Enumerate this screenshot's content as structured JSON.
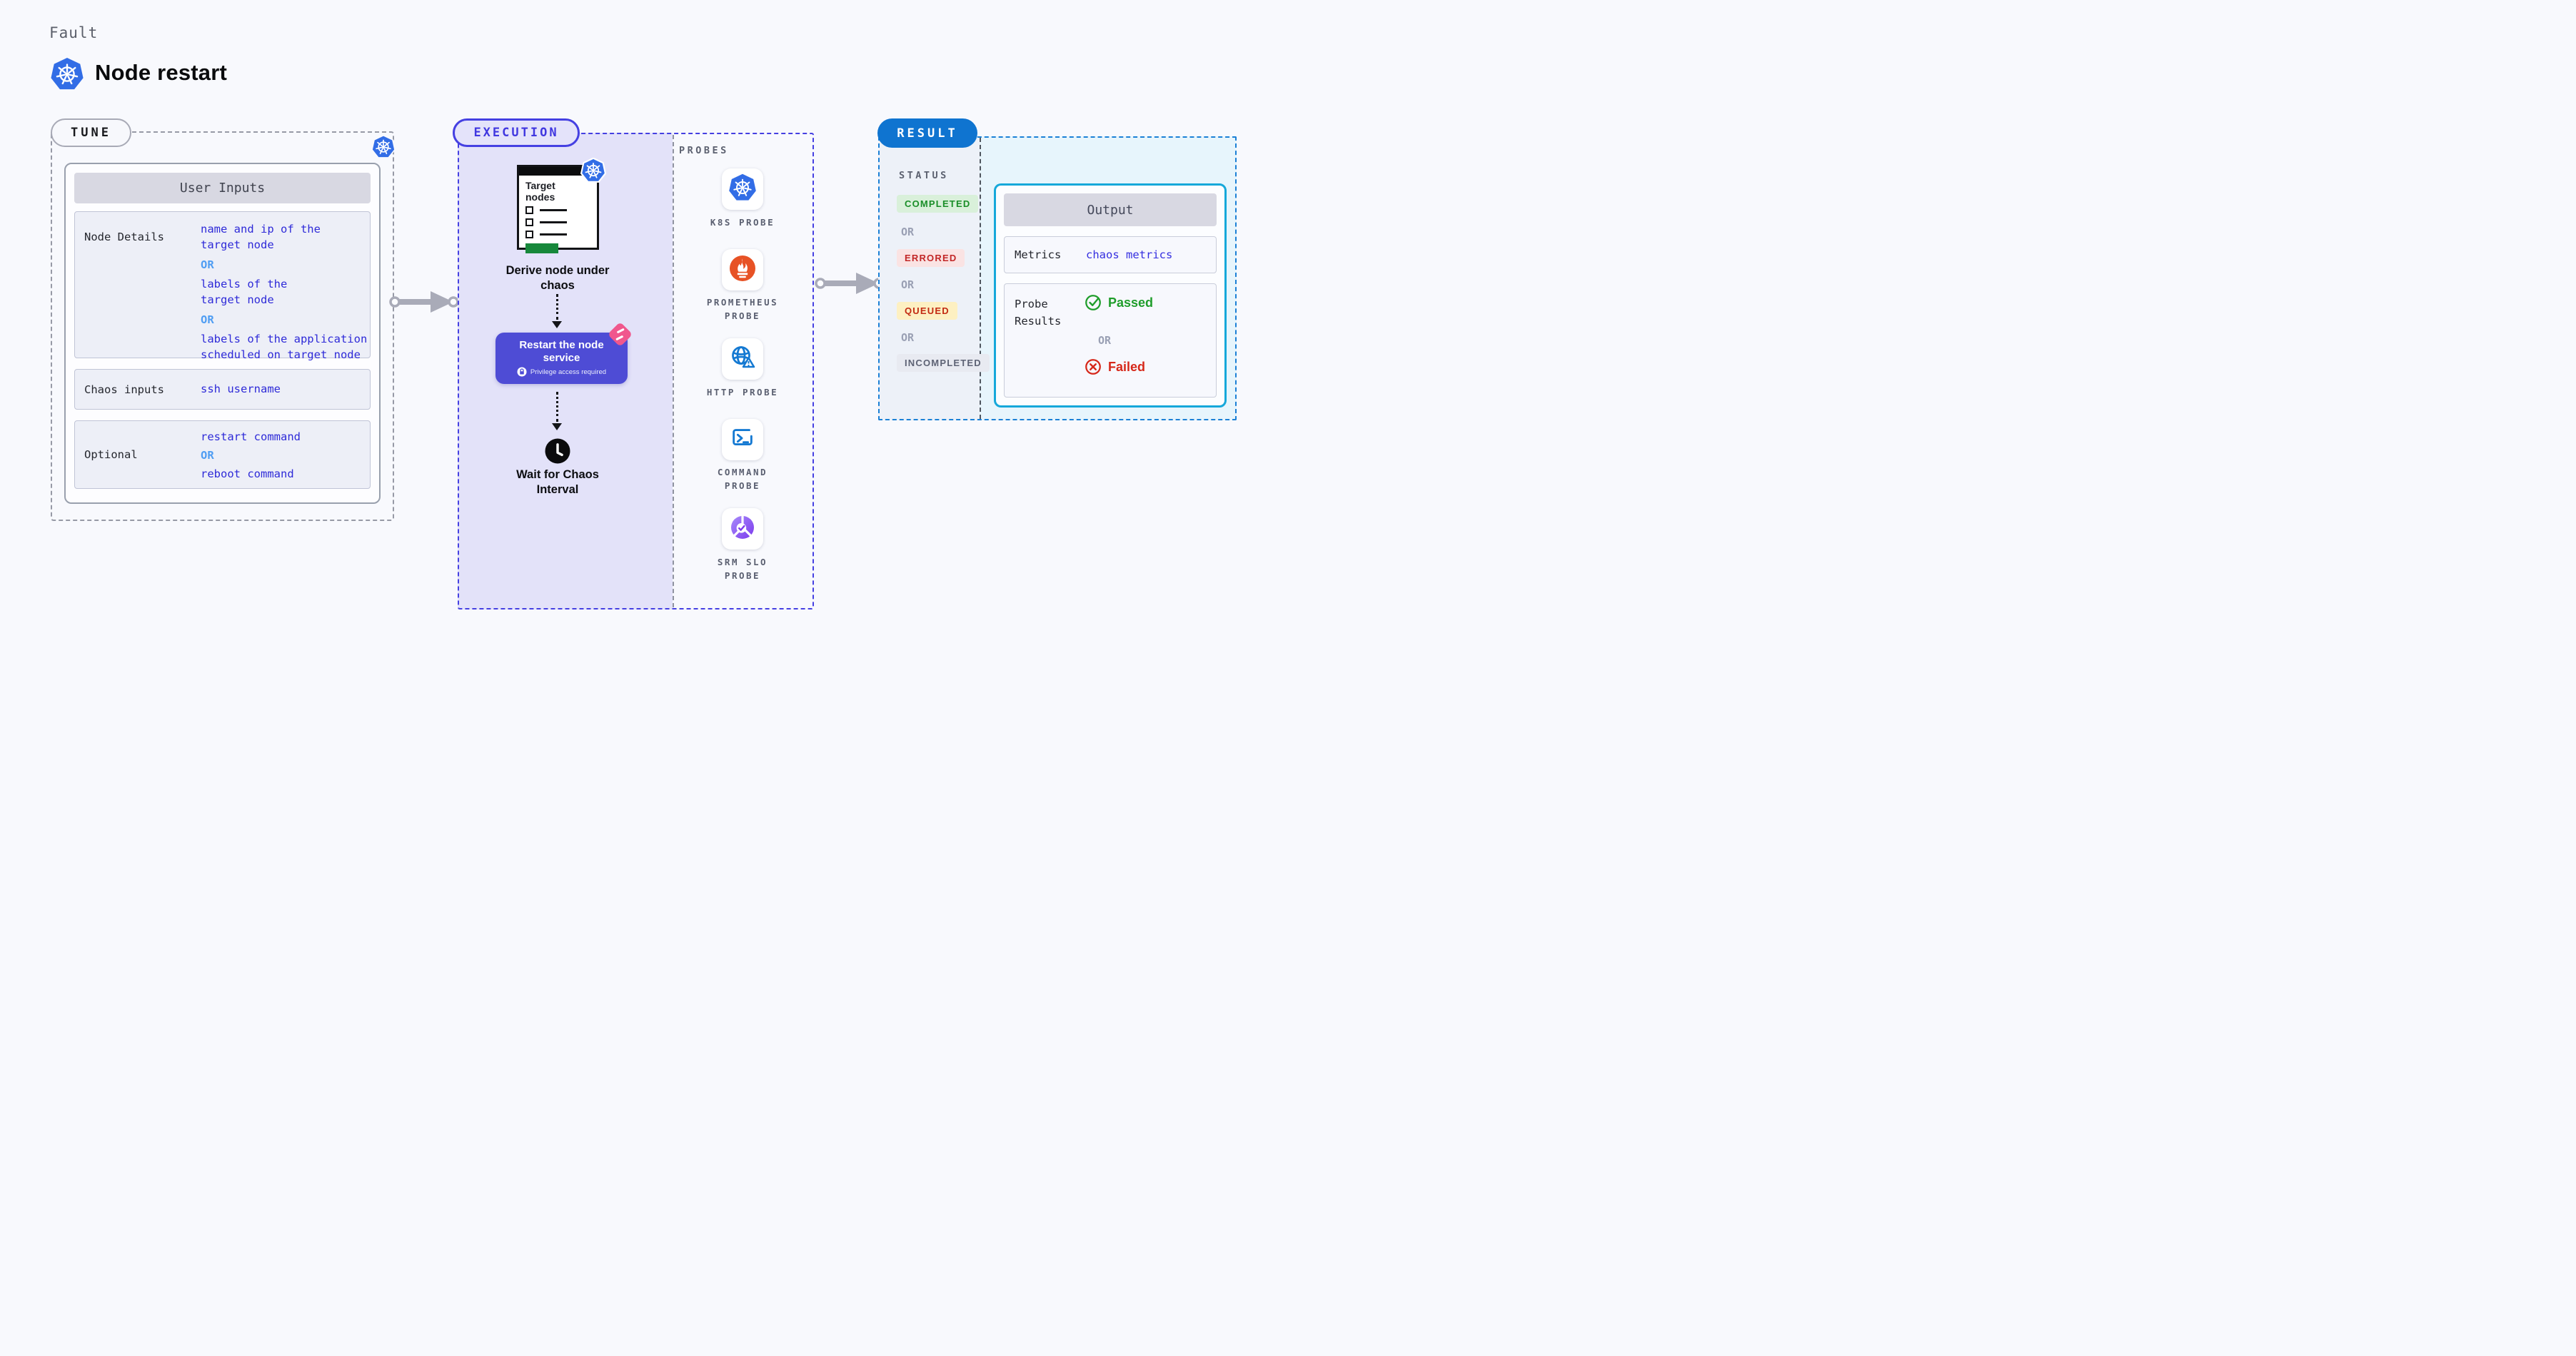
{
  "page": {
    "kicker": "Fault",
    "title": "Node restart"
  },
  "common": {
    "or": "OR"
  },
  "colors": {
    "k8s_blue": "#326de6",
    "accent_purple": "#4540e2",
    "execution_fill_lavender": "#e3e2f9",
    "restart_purple": "#4e4cd5",
    "result_blue": "#0f74d0",
    "output_border_cyan": "#16a8da",
    "output_bg_cyan": "#e7f5fc",
    "value_blue": "#2e2ad8",
    "or_blue": "#4f9df3",
    "passed_green": "#1f9d2b",
    "failed_red": "#d6281a",
    "prometheus_orange": "#e75225",
    "chaos_pink": "#f0578d",
    "target_card_green": "#17883b"
  },
  "tune": {
    "badge": "TUNE",
    "panel_title": "User Inputs",
    "rows": [
      {
        "label": "Node Details",
        "lines": [
          {
            "type": "value",
            "text": "name and ip of the\ntarget node"
          },
          {
            "type": "or",
            "text": "OR"
          },
          {
            "type": "value",
            "text": "labels of the\ntarget node"
          },
          {
            "type": "or",
            "text": "OR"
          },
          {
            "type": "value",
            "text": "labels of the application\nscheduled on target node"
          }
        ]
      },
      {
        "label": "Chaos inputs",
        "lines": [
          {
            "type": "value",
            "text": "ssh username"
          }
        ]
      },
      {
        "label": "Optional",
        "lines": [
          {
            "type": "value",
            "text": "restart command"
          },
          {
            "type": "or",
            "text": "OR"
          },
          {
            "type": "value",
            "text": "reboot command"
          }
        ]
      }
    ]
  },
  "execution": {
    "badge": "EXECUTION",
    "target_card": {
      "title": "Target nodes"
    },
    "derive_step": "Derive node under\nchaos",
    "restart_step": {
      "title": "Restart the node\nservice",
      "note": "Privilege access required"
    },
    "wait_step": "Wait for Chaos\nInterval",
    "probes": {
      "heading": "PROBES",
      "items": [
        {
          "label": "K8S PROBE",
          "icon": "kubernetes-icon"
        },
        {
          "label": "PROMETHEUS\nPROBE",
          "icon": "prometheus-icon"
        },
        {
          "label": "HTTP PROBE",
          "icon": "globe-warning-icon"
        },
        {
          "label": "COMMAND\nPROBE",
          "icon": "terminal-icon"
        },
        {
          "label": "SRM SLO\nPROBE",
          "icon": "srm-slo-icon"
        }
      ]
    }
  },
  "result": {
    "badge": "RESULT",
    "status_heading": "STATUS",
    "statuses": [
      {
        "label": "COMPLETED",
        "fg": "#1a8e28",
        "bg": "#d9f0da"
      },
      {
        "label": "ERRORED",
        "fg": "#c22727",
        "bg": "#fae3e3"
      },
      {
        "label": "QUEUED",
        "fg": "#c22a12",
        "bg": "#fdf0c2"
      },
      {
        "label": "INCOMPLETED",
        "fg": "#5e6375",
        "bg": "#e8eaf1"
      }
    ],
    "output": {
      "title": "Output",
      "metrics_label": "Metrics",
      "metrics_value": "chaos metrics",
      "probe_results_label": "Probe\nResults",
      "passed": "Passed",
      "failed": "Failed"
    }
  }
}
